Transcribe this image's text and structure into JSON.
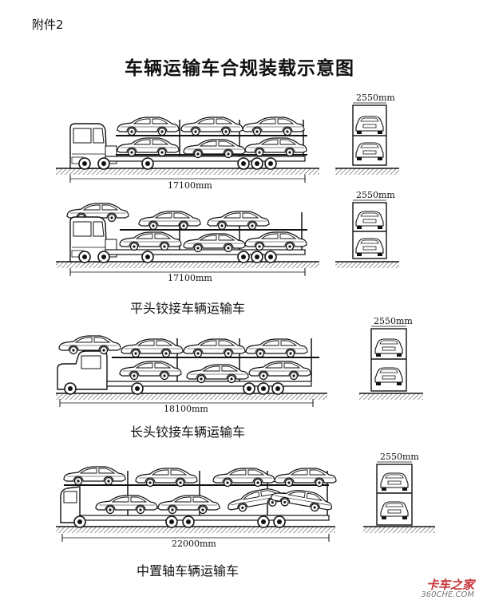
{
  "header": {
    "attachment": "附件2",
    "title": "车辆运输车合规装载示意图"
  },
  "diagrams": [
    {
      "length": "17100mm",
      "width": "2550mm"
    },
    {
      "length": "17100mm",
      "width": "2550mm",
      "caption": "平头铰接车辆运输车"
    },
    {
      "length": "18100mm",
      "width": "2550mm",
      "caption": "长头铰接车辆运输车"
    },
    {
      "length": "22000mm",
      "width": "2550mm",
      "caption": "中置轴车辆运输车"
    }
  ],
  "watermark": {
    "brand": "卡车之家",
    "site": "360CHE.COM"
  }
}
